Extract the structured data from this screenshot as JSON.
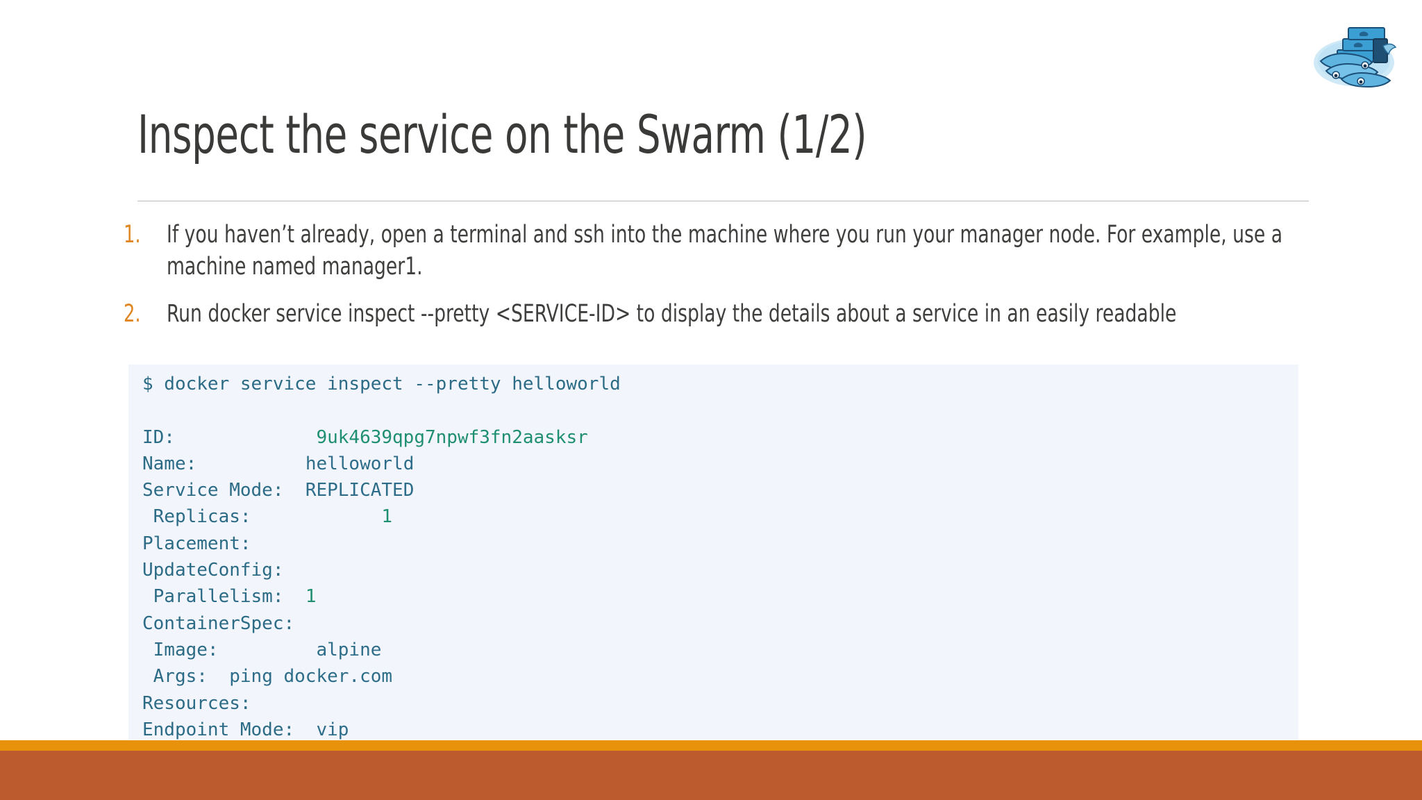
{
  "slide": {
    "title": "Inspect the service on the Swarm (1/2)",
    "logo_name": "docker-swarm-logo",
    "accent_orange": "#e8920c",
    "footer_orange": "#bc5b2e",
    "number_color": "#e08724",
    "title_color": "#3a3a38",
    "body_color": "#3f3f3d",
    "code_bg": "#f2f5fb"
  },
  "list": [
    {
      "number": "1.",
      "text": "If you haven’t already, open a terminal and ssh into the machine where you run your manager node. For example, use a machine named manager1."
    },
    {
      "number": "2.",
      "text": "Run docker service inspect --pretty <SERVICE-ID> to display the details about a service in an easily readable"
    }
  ],
  "terminal": {
    "lines": [
      {
        "text": "$ docker service inspect --pretty helloworld",
        "kind": "command"
      },
      {
        "text": "",
        "kind": "blank"
      },
      {
        "key": "ID:",
        "pad": "             ",
        "value": "9uk4639qpg7npwf3fn2aasksr",
        "kind": "id"
      },
      {
        "key": "Name:",
        "pad": "          ",
        "value": "helloworld",
        "kind": "value"
      },
      {
        "key": "Service Mode:",
        "pad": "  ",
        "value": "REPLICATED",
        "kind": "value"
      },
      {
        "key": " Replicas:",
        "pad": "            ",
        "value": "1",
        "kind": "num"
      },
      {
        "key": "Placement:",
        "pad": "",
        "value": "",
        "kind": "value"
      },
      {
        "key": "UpdateConfig:",
        "pad": "",
        "value": "",
        "kind": "value"
      },
      {
        "key": " Parallelism:",
        "pad": "  ",
        "value": "1",
        "kind": "num"
      },
      {
        "key": "ContainerSpec:",
        "pad": "",
        "value": "",
        "kind": "value"
      },
      {
        "key": " Image:",
        "pad": "         ",
        "value": "alpine",
        "kind": "value"
      },
      {
        "key": " Args:",
        "pad": "  ",
        "value": "ping docker.com",
        "kind": "value"
      },
      {
        "key": "Resources:",
        "pad": "",
        "value": "",
        "kind": "value"
      },
      {
        "key": "Endpoint Mode:",
        "pad": "  ",
        "value": "vip",
        "kind": "value"
      }
    ]
  }
}
